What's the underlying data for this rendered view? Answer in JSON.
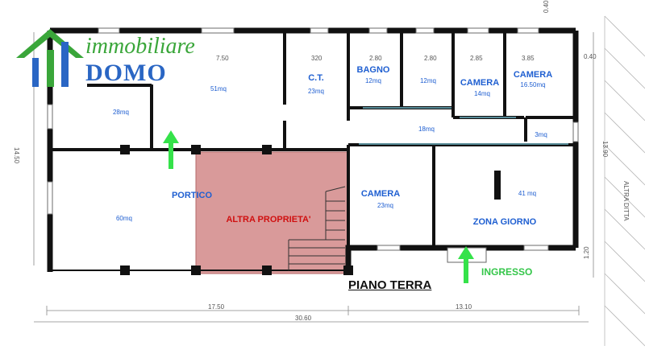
{
  "rooms": {
    "portico": "PORTICO",
    "altra_proprieta": "ALTRA PROPRIETA'",
    "ct": "C.T.",
    "bagno": "BAGNO",
    "camera_top1": "CAMERA",
    "camera_top2": "CAMERA",
    "camera_mid": "CAMERA",
    "zona_giorno": "ZONA GIORNO",
    "ingresso": "INGRESSO",
    "piano_terra": "PIANO TERRA"
  },
  "areas": {
    "a28": "28mq",
    "a51": "51mq",
    "a23ct": "23mq",
    "a12bagno": "12mq",
    "a12": "12mq",
    "a14": "14mq",
    "a1650": "16.50mq",
    "a18": "18mq",
    "a3": "3mq",
    "a60": "60mq",
    "a23camera": "23mq",
    "a41": "41 mq"
  },
  "dimensions": {
    "d750": "7.50",
    "d320": "320",
    "d280a": "2.80",
    "d280b": "2.80",
    "d285": "2.85",
    "d385": "3.85",
    "d040a": "0.40",
    "d040b": "0.40",
    "d1750": "17.50",
    "d1310": "13.10",
    "d3060": "30.60",
    "d1390": "13.90",
    "d1450": "14.50",
    "d120": "1.20",
    "altra_ditta": "ALTRA DITTA"
  },
  "logo": {
    "immobiliare": "immobiliare",
    "domo": "DOMO"
  },
  "colors": {
    "room_blue": "#1f5fd1",
    "altra_red": "#d01010",
    "altra_fill": "#d99a9a",
    "arrow_green": "#35e24a",
    "wall": "#111111",
    "window_cyan": "#7fd3e6"
  }
}
